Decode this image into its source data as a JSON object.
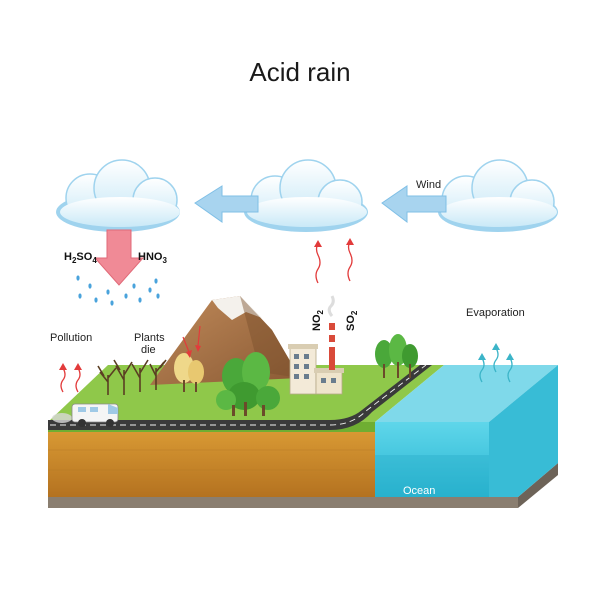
{
  "title": "Acid rain",
  "labels": {
    "wind": "Wind",
    "h2so4_main": "H",
    "h2so4_sub1": "2",
    "h2so4_mid": "SO",
    "h2so4_sub2": "4",
    "hno3_main": "HNO",
    "hno3_sub": "3",
    "no2_main": "NO",
    "no2_sub": "2",
    "so2_main": "SO",
    "so2_sub": "2",
    "pollution": "Pollution",
    "plants_die_1": "Plants",
    "plants_die_2": "die",
    "evaporation": "Evaporation",
    "ocean": "Ocean"
  },
  "colors": {
    "cloud": "#e8f4fa",
    "cloud_shadow": "#9fd3ee",
    "wind_arrow": "#a8d4ef",
    "rain_arrow": "#f08a96",
    "rain_drops": "#4aa3dc",
    "pollution_arrow": "#e23b3b",
    "evaporation_arrow": "#3bb4c8",
    "ocean_top": "#7fd9ea",
    "ocean_front": "#3ec6de",
    "soil": "#c98a2c",
    "grass": "#8fc84a",
    "road": "#3a3a3a"
  }
}
